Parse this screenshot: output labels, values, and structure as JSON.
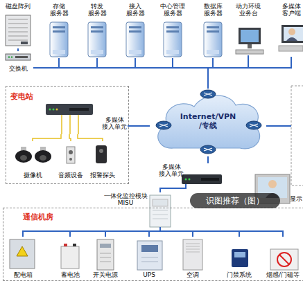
{
  "diagram": {
    "nodes": [
      {
        "text": [
          "磁盘阵列"
        ]
      },
      {
        "text": [
          "存储 服务器"
        ]
      },
      {
        "text": [
          "转发 服务器"
        ]
      },
      {
        "text": [
          "接入 服务器"
        ]
      },
      {
        "text": [
          "中心管理 服务器"
        ]
      },
      {
        "text": [
          "数据库 服务器"
        ]
      },
      {
        "text": [
          "动力环境 业务台"
        ]
      },
      {
        "text": [
          "多媒体 客户端"
        ]
      },
      {
        "text": [
          "交换机"
        ]
      },
      {
        "text": [
          "变电站"
        ]
      },
      {
        "text": [
          "多媒体 接入单元"
        ],
        "in": 9
      },
      {
        "text": [
          "摄像机"
        ],
        "in": 9
      },
      {
        "text": [
          "音频设备"
        ],
        "in": 9
      },
      {
        "text": [
          "报警探头"
        ],
        "in": 9
      },
      {
        "text": [
          "Internet/VPN /专线"
        ]
      },
      {
        "text": [
          "多媒体 接入单元"
        ]
      },
      {
        "text": [
          "一体化监控模块 MISU"
        ]
      },
      {
        "text": [
          "通信机房"
        ]
      },
      {
        "text": [
          "配电箱"
        ],
        "in": 17
      },
      {
        "text": [
          "蓄电池"
        ],
        "in": 17
      },
      {
        "text": [
          "开关电源"
        ],
        "in": 17
      },
      {
        "text": [
          "UPS"
        ],
        "in": 17
      },
      {
        "text": [
          "空调"
        ],
        "in": 17
      },
      {
        "text": [
          "门禁系统"
        ],
        "in": 17
      },
      {
        "text": [
          "烟感/门磁等"
        ],
        "in": 17
      }
    ],
    "edges": [
      {
        "from": 8,
        "to": 0,
        "arrow": "none"
      },
      {
        "from": 8,
        "to": 1,
        "arrow": "none"
      },
      {
        "from": 8,
        "to": 2,
        "arrow": "none"
      },
      {
        "from": 8,
        "to": 3,
        "arrow": "none"
      },
      {
        "from": 8,
        "to": 4,
        "arrow": "none"
      },
      {
        "from": 8,
        "to": 5,
        "arrow": "none"
      },
      {
        "from": 8,
        "to": 6,
        "arrow": "none"
      },
      {
        "from": 8,
        "to": 7,
        "arrow": "none"
      },
      {
        "from": 8,
        "to": 14,
        "arrow": "none"
      },
      {
        "from": 14,
        "to": 10,
        "arrow": "none"
      },
      {
        "from": 14,
        "to": 15,
        "arrow": "none"
      },
      {
        "from": 15,
        "to": 16,
        "arrow": "none"
      },
      {
        "from": 10,
        "to": 11,
        "arrow": "none"
      },
      {
        "from": 10,
        "to": 12,
        "arrow": "none"
      },
      {
        "from": 10,
        "to": 13,
        "arrow": "none"
      },
      {
        "from": 16,
        "to": 18,
        "arrow": "none"
      },
      {
        "from": 16,
        "to": 19,
        "arrow": "none"
      },
      {
        "from": 16,
        "to": 20,
        "arrow": "none"
      },
      {
        "from": 16,
        "to": 21,
        "arrow": "none"
      },
      {
        "from": 16,
        "to": 22,
        "arrow": "none"
      },
      {
        "from": 16,
        "to": 23,
        "arrow": "none"
      },
      {
        "from": 16,
        "to": 24,
        "arrow": "none"
      }
    ],
    "labels": [
      "识图推荐（图）",
      "显示"
    ]
  }
}
